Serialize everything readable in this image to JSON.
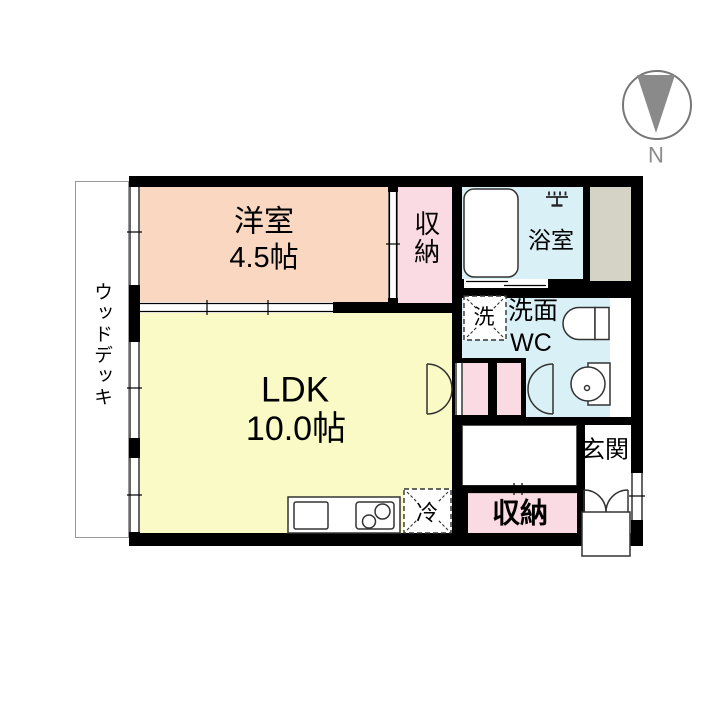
{
  "compass": {
    "north_label": "N"
  },
  "rooms": {
    "western_room": {
      "name": "洋室",
      "size": "4.5帖"
    },
    "closet_top": {
      "name": "収納"
    },
    "bath": {
      "name": "浴室"
    },
    "washroom": {
      "line1": "洗面",
      "line2": "WC"
    },
    "laundry": {
      "label": "洗"
    },
    "ldk": {
      "name": "LDK",
      "size": "10.0帖"
    },
    "fridge": {
      "label": "冷"
    },
    "entrance": {
      "name": "玄関"
    },
    "closet_bottom": {
      "name": "収納"
    },
    "wood_deck": {
      "name": "ウッドデッキ"
    }
  },
  "icons": {
    "compass_needle": "north-arrow-pointing-down",
    "bathtub": "bathtub-top-view",
    "shower": "shower-faucet",
    "toilet": "toilet-top-view",
    "sink": "round-wash-basin",
    "kitchen": "kitchen-counter-with-sink-and-stove",
    "doors": "swing-door-arcs",
    "windows": "wall-window-gaps"
  },
  "colors": {
    "wall": "#000000",
    "western_room": "#F9D7C1",
    "closet_pink": "#FBDBE3",
    "water_rooms": "#D9F1F6",
    "ldk_yellow": "#FAFAC6",
    "gray_block": "#D5D2C6",
    "compass_gray": "#8a8a8a"
  }
}
